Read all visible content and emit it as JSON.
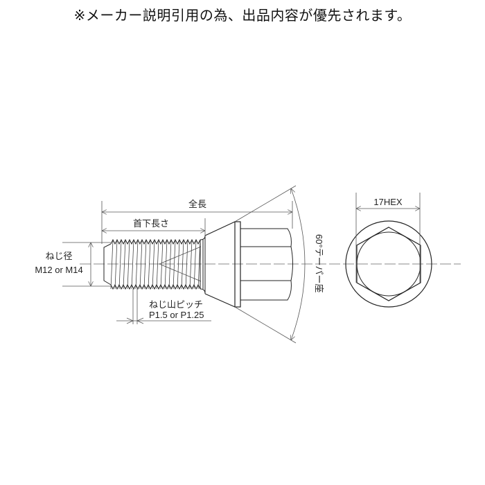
{
  "notice": "※メーカー説明引用の為、出品内容が優先されます。",
  "drawing": {
    "labels": {
      "overall_length": "全長",
      "under_head_length": "首下長さ",
      "thread_diameter_title": "ねじ径",
      "thread_diameter_value": "M12 or M14",
      "thread_pitch_title": "ねじ山ピッチ",
      "thread_pitch_value": "P1.5 or P1.25",
      "taper_seat": "60°テーパー座",
      "hex_size": "17HEX"
    },
    "colors": {
      "line": "#222222",
      "dim_line": "#555555",
      "center_line": "#888888"
    }
  }
}
